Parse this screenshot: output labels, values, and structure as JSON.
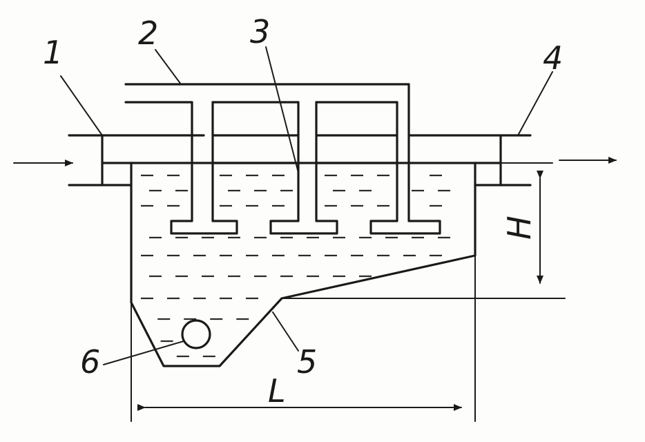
{
  "labels": {
    "inlet": "1",
    "collector": "2",
    "channel": "3",
    "outlet": "4",
    "slope": "5",
    "pipe": "6",
    "height": "H",
    "length": "L"
  },
  "colors": {
    "ink": "#1a1a1a",
    "paper": "#fdfdfb"
  }
}
